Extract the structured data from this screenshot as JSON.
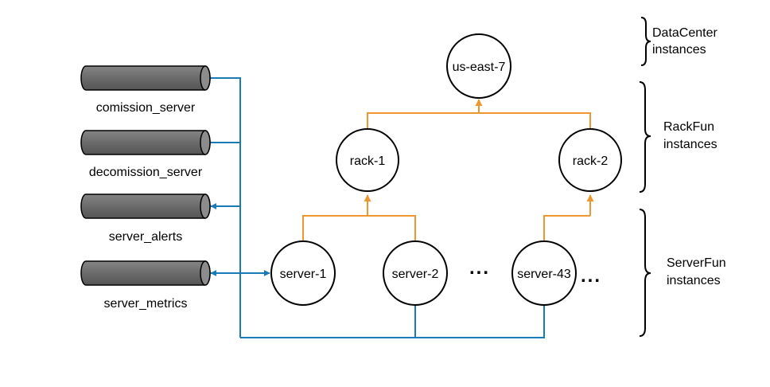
{
  "colors": {
    "blue": "#1a7ab8",
    "orange": "#f0962e",
    "cylinder": "#6b6b6b"
  },
  "topics": [
    {
      "name": "comission_server"
    },
    {
      "name": "decomission_server"
    },
    {
      "name": "server_alerts"
    },
    {
      "name": "server_metrics"
    }
  ],
  "nodes": {
    "datacenter": "us-east-7",
    "rack_1": "rack-1",
    "rack_2": "rack-2",
    "server_1": "server-1",
    "server_2": "server-2",
    "server_43": "server-43"
  },
  "ellipsis": "...",
  "ellipsis_2": "...",
  "groups": [
    {
      "line1": "DataCenter",
      "line2": "instances"
    },
    {
      "line1": "RackFun",
      "line2": "instances"
    },
    {
      "line1": "ServerFun",
      "line2": "instances"
    }
  ]
}
